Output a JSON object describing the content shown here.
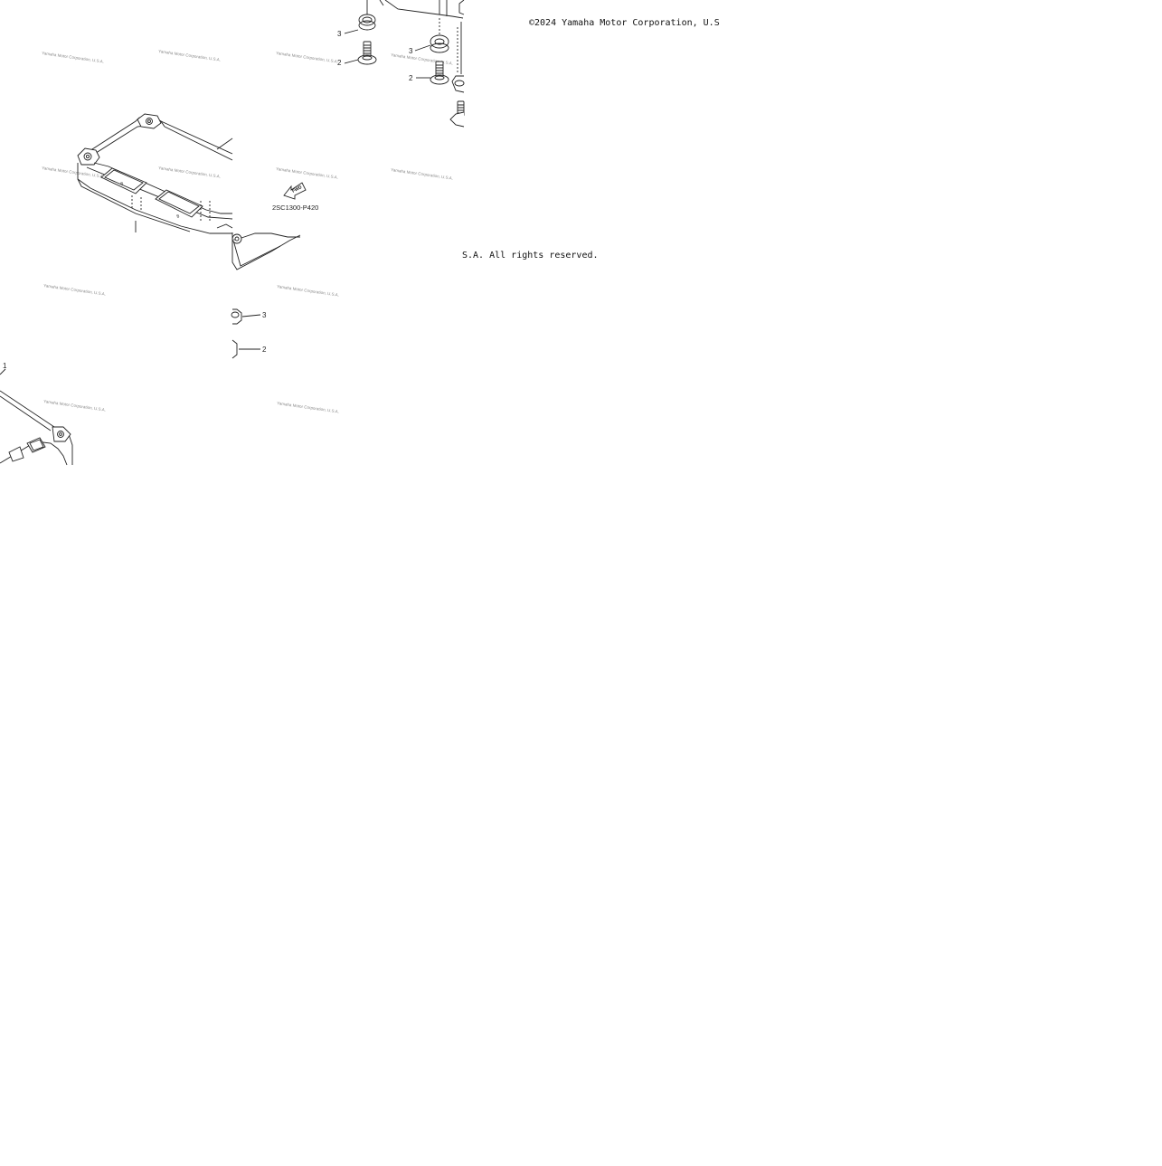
{
  "watermark_text": "Yamaha Motor Corporation, U.S.A.",
  "callouts": {
    "one": "1",
    "two": "2",
    "three": "3"
  },
  "fwd_label": "FWD",
  "diagram_code": "2SC1300-P420",
  "copyright": {
    "line1": "©2024 Yamaha Motor Corporation, U.S",
    "line2": "S.A. All rights reserved."
  },
  "colors": {
    "line": "#222222",
    "watermark": "#777777",
    "background": "#ffffff"
  }
}
